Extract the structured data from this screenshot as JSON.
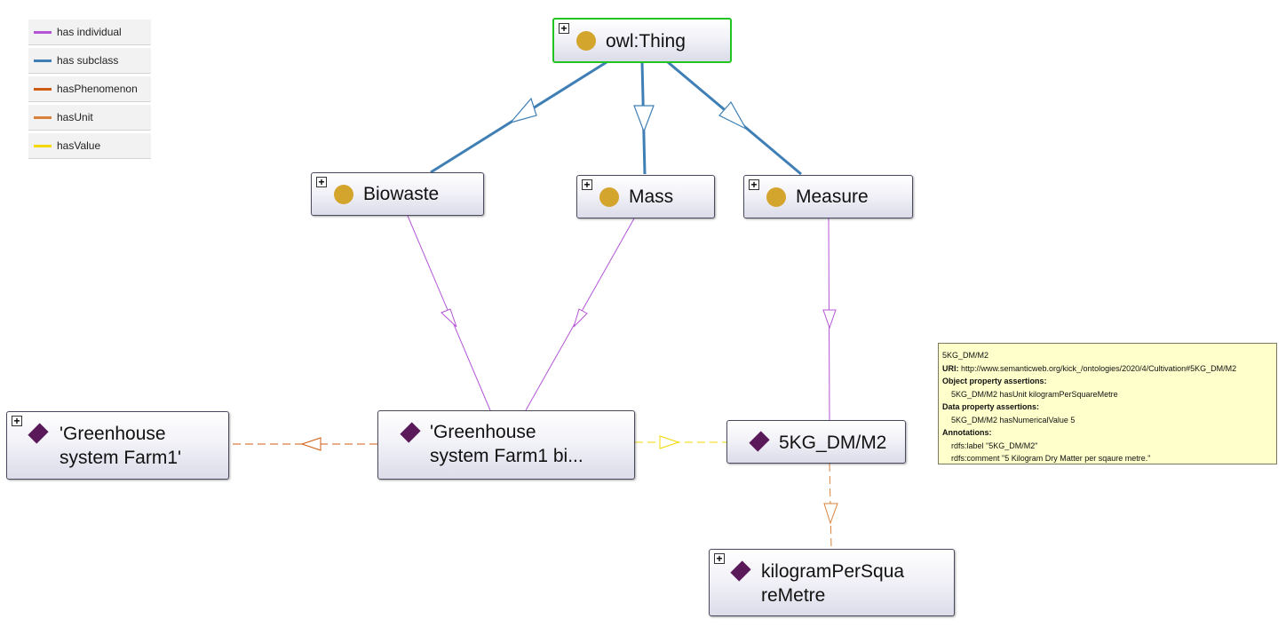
{
  "legend": [
    {
      "label": "has individual",
      "color": "#b455d6"
    },
    {
      "label": "has subclass",
      "color": "#3f7fb5"
    },
    {
      "label": "hasPhenomenon",
      "color": "#d05c14"
    },
    {
      "label": "hasUnit",
      "color": "#d9813a"
    },
    {
      "label": "hasValue",
      "color": "#f5d800"
    }
  ],
  "nodes": {
    "owl_thing": {
      "label": "owl:Thing",
      "kind": "class",
      "expandable": true
    },
    "biowaste": {
      "label": "Biowaste",
      "kind": "class",
      "expandable": true
    },
    "mass": {
      "label": "Mass",
      "kind": "class",
      "expandable": true
    },
    "measure": {
      "label": "Measure",
      "kind": "class",
      "expandable": true
    },
    "greenhouse_farm1": {
      "label": "'Greenhouse\nsystem Farm1'",
      "kind": "individual",
      "expandable": true
    },
    "greenhouse_farm1_bi": {
      "label": "'Greenhouse\nsystem Farm1 bi...",
      "kind": "individual",
      "expandable": false
    },
    "kg_dm_m2": {
      "label": "5KG_DM/M2",
      "kind": "individual",
      "expandable": false
    },
    "kilogram_per_square_metre": {
      "label": "kilogramPerSqua\nreMetre",
      "kind": "individual",
      "expandable": true
    }
  },
  "expand_symbol": "+",
  "tooltip": {
    "title": "5KG_DM/M2",
    "uri_label": "URI:",
    "uri_value": " http://www.semanticweb.org/kick_/ontologies/2020/4/Cultivation#5KG_DM/M2",
    "object_heading": "Object property assertions:",
    "object_assertion": "5KG_DM/M2 hasUnit kilogramPerSquareMetre",
    "data_heading": "Data property assertions:",
    "data_assertion": "5KG_DM/M2 hasNumericalValue 5",
    "annotations_heading": "Annotations:",
    "annotation_label": "rdfs:label \"5KG_DM/M2\"",
    "annotation_comment": "rdfs:comment \"5 Kilogram Dry Matter per sqaure metre.\""
  }
}
